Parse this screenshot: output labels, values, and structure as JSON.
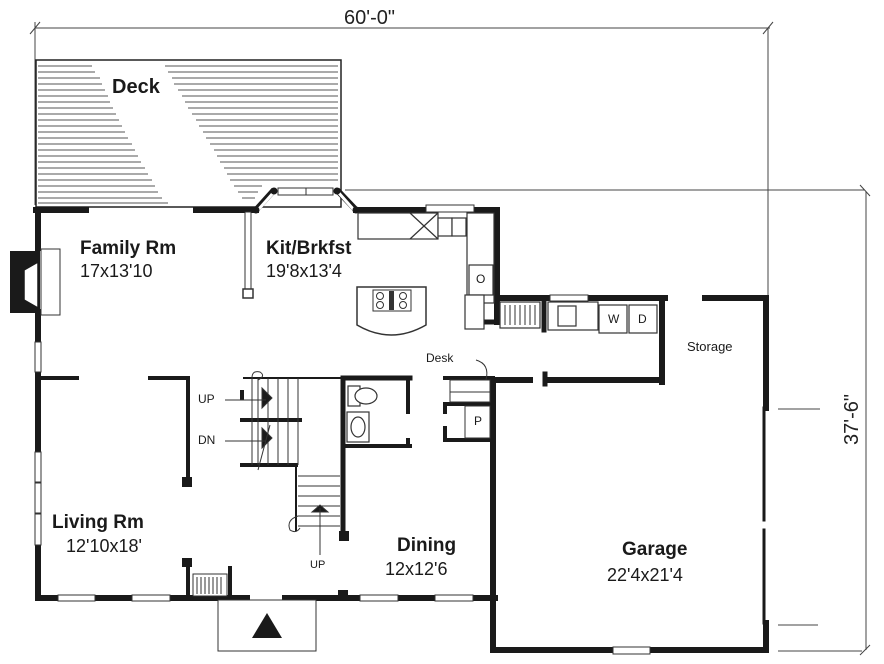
{
  "plan": {
    "overall_width": "60'-0\"",
    "overall_depth": "37'-6\""
  },
  "rooms": {
    "deck": {
      "name": "Deck"
    },
    "family": {
      "name": "Family Rm",
      "dims": "17x13'10"
    },
    "kitchen": {
      "name": "Kit/Brkfst",
      "dims": "19'8x13'4"
    },
    "living": {
      "name": "Living Rm",
      "dims": "12'10x18'"
    },
    "dining": {
      "name": "Dining",
      "dims": "12x12'6"
    },
    "garage": {
      "name": "Garage",
      "dims": "22'4x21'4"
    },
    "storage": {
      "name": "Storage"
    }
  },
  "annotations": {
    "stair_up_upper": "UP",
    "stair_down": "DN",
    "stair_up_lower": "UP",
    "desk": "Desk",
    "pantry": "P",
    "oven": "O",
    "washer": "W",
    "dryer": "D"
  },
  "colors": {
    "wall": "#1a1a1a",
    "line": "#333333",
    "background": "#ffffff"
  }
}
